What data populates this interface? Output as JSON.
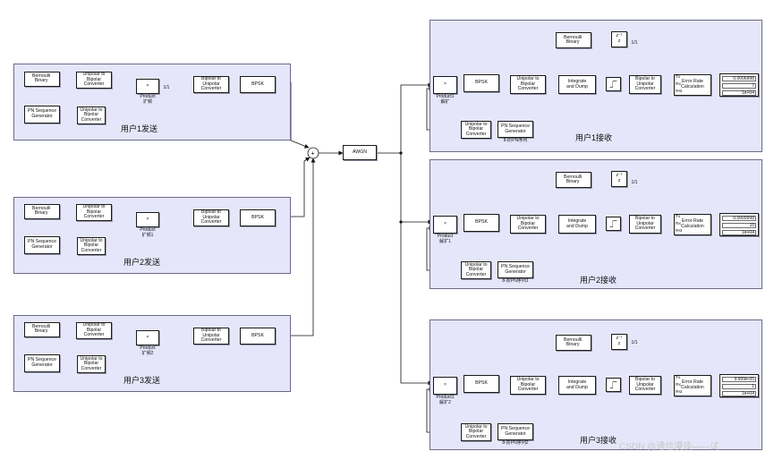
{
  "blocks": {
    "bernoulli": "Bernoulli\nBinary",
    "pn": "PN Sequence\nGenerator",
    "unipolar_to_bipolar": "Unipolar to\nBipolar\nConverter",
    "bipolar_to_unipolar": "Bipolar to\nUnipolar\nConverter",
    "product_symbol": "×",
    "bpsk": "BPSK",
    "awgn": "AWGN",
    "integrate_dump": "Integrate\nand Dump",
    "error_rate": "Error Rate\nCalculation",
    "delay": "z⁻¹\nz",
    "gain": "1/1"
  },
  "ports": {
    "tx": "Tx",
    "rx": "Rx",
    "rst": "Rst"
  },
  "tx_users": [
    {
      "title": "用户1发送",
      "product_label": "Product\n扩频"
    },
    {
      "title": "用户2发送",
      "product_label": "Product\n扩频1"
    },
    {
      "title": "用户3发送",
      "product_label": "Product\n扩频2"
    }
  ],
  "rx_users": [
    {
      "title": "用户1接收",
      "product_label": "Product1\n解扩",
      "pn_label": "8-阶PN序列",
      "display": [
        "0.0006998",
        "7",
        "1e+04"
      ]
    },
    {
      "title": "用户2接收",
      "product_label": "Product\n解扩1",
      "pn_label": "8-阶PN序列1",
      "display": [
        "0.0009998",
        "10",
        "1e+04"
      ]
    },
    {
      "title": "用户3接收",
      "product_label": "Product1\n解扩2",
      "pn_label": "8-阶PN序列2",
      "display": [
        "9.999e-05",
        "1",
        "1e+04"
      ]
    }
  ],
  "watermark": "CSDN @通信漫谈——试"
}
